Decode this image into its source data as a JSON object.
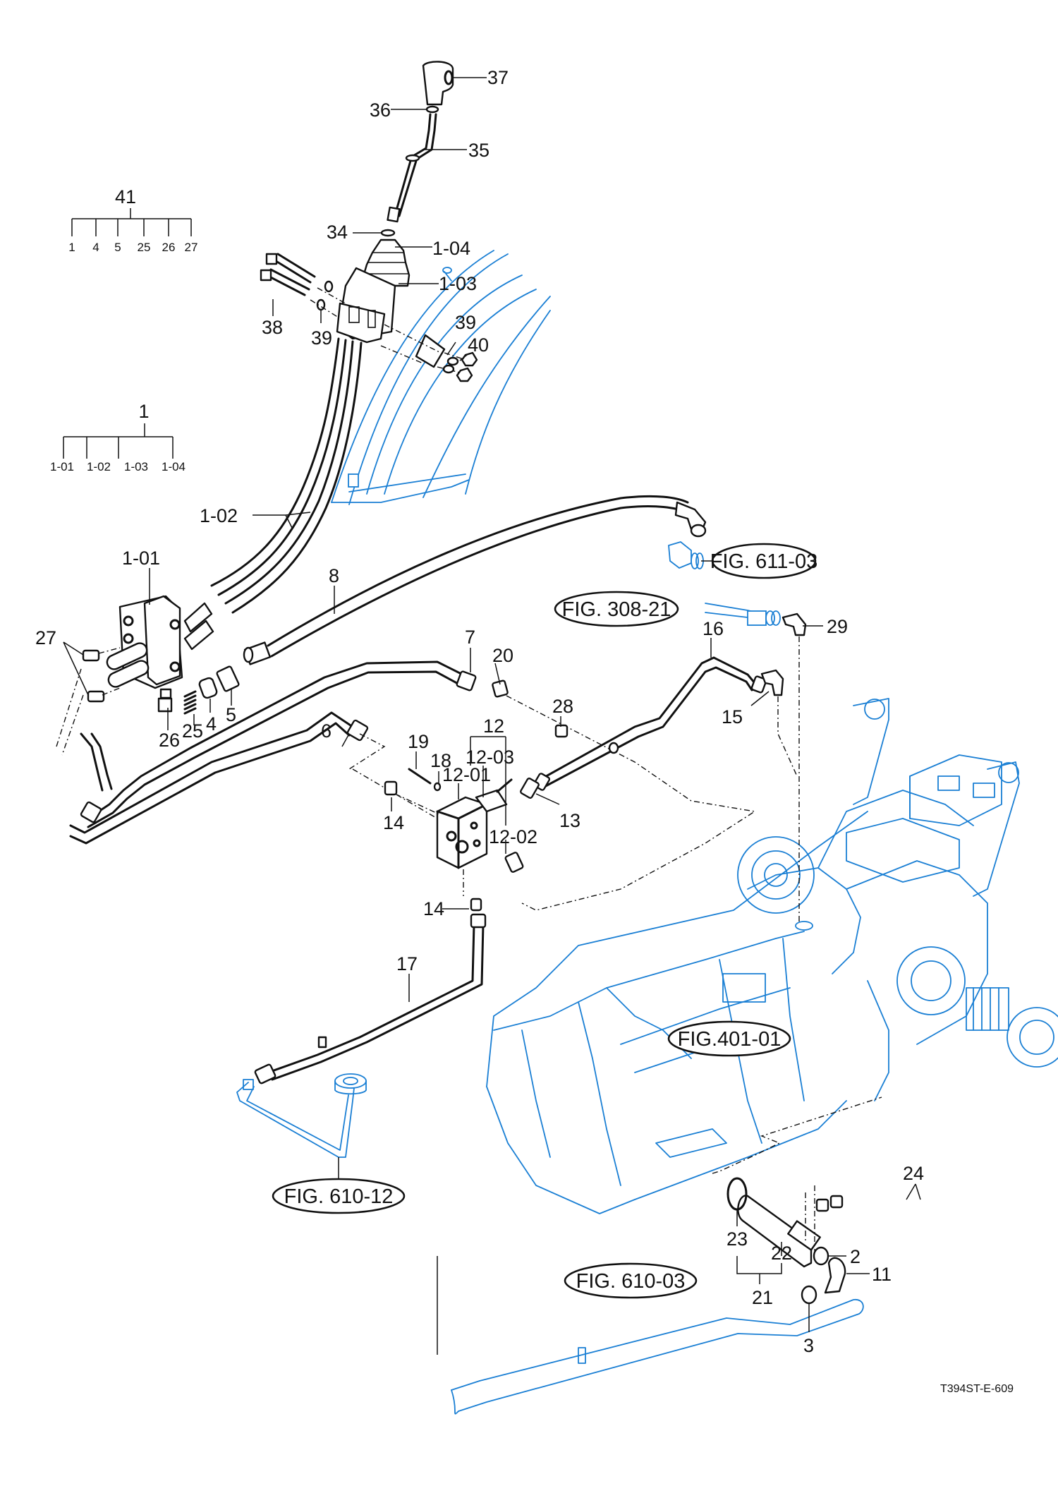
{
  "drawing_code": "T394ST-E-609",
  "callouts": {
    "c37": "37",
    "c36": "36",
    "c35": "35",
    "c34": "34",
    "c1_04": "1-04",
    "c1_03": "1-03",
    "c38": "38",
    "c39a": "39",
    "c39b": "39",
    "c40": "40",
    "c1_02": "1-02",
    "c1_01": "1-01",
    "c8": "8",
    "c27": "27",
    "c26": "26",
    "c25": "25",
    "c4": "4",
    "c5": "5",
    "c6": "6",
    "c7": "7",
    "c20": "20",
    "c28": "28",
    "c12": "12",
    "c12_03": "12-03",
    "c12_01": "12-01",
    "c12_02": "12-02",
    "c19": "19",
    "c18": "18",
    "c14a": "14",
    "c14b": "14",
    "c13": "13",
    "c16": "16",
    "c15": "15",
    "c29": "29",
    "c17": "17",
    "c24": "24",
    "c23": "23",
    "c22": "22",
    "c21": "21",
    "c2": "2",
    "c11": "11",
    "c3": "3"
  },
  "assembly_41": {
    "parent": "41",
    "children": [
      "1",
      "4",
      "5",
      "25",
      "26",
      "27"
    ]
  },
  "assembly_1": {
    "parent": "1",
    "children": [
      "1-01",
      "1-02",
      "1-03",
      "1-04"
    ]
  },
  "figure_refs": {
    "fig_611_03": "FIG. 611-03",
    "fig_308_21": "FIG. 308-21",
    "fig_401_01": "FIG.401-01",
    "fig_610_12": "FIG. 610-12",
    "fig_610_03": "FIG. 610-03"
  },
  "colors": {
    "parts_line": "#111111",
    "reference_line": "#1a7fd4"
  }
}
